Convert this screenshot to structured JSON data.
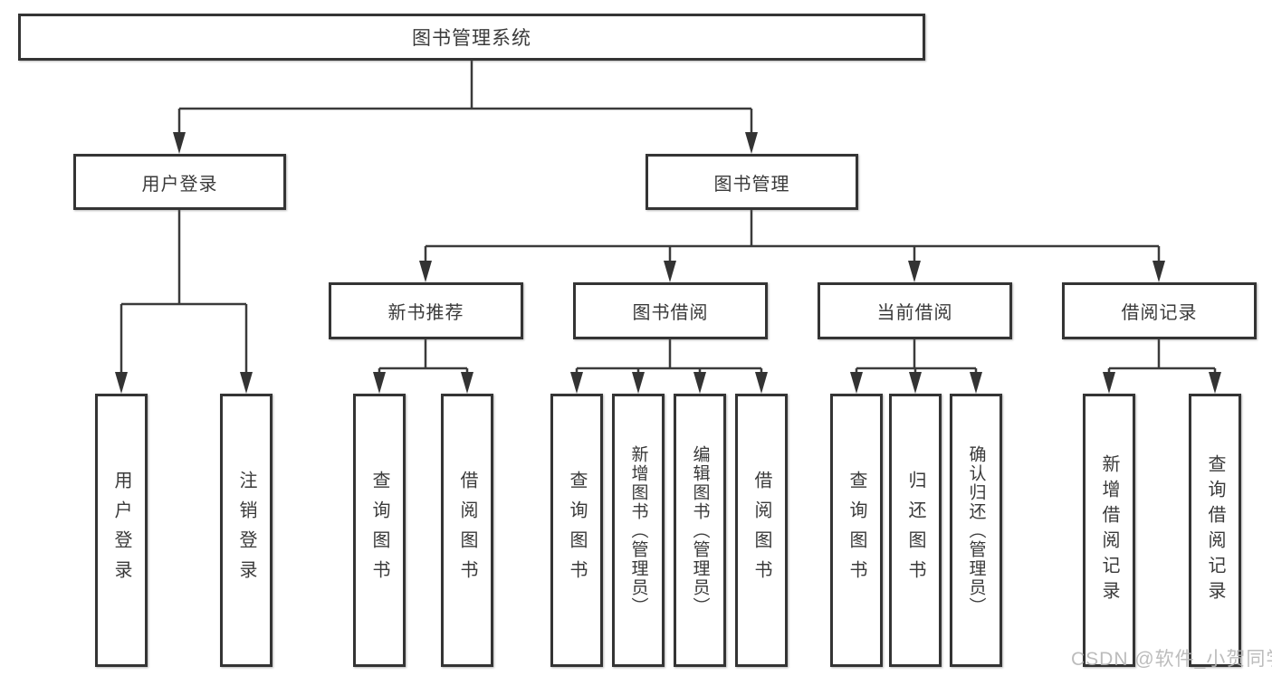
{
  "tree": {
    "root": "图书管理系统",
    "branches": [
      {
        "label": "用户登录",
        "children": [
          "用户登录",
          "注销登录"
        ]
      },
      {
        "label": "图书管理",
        "groups": [
          {
            "label": "新书推荐",
            "children": [
              "查询图书",
              "借阅图书"
            ]
          },
          {
            "label": "图书借阅",
            "children": [
              "查询图书",
              "新增图书（管理员）",
              "编辑图书（管理员）",
              "借阅图书"
            ]
          },
          {
            "label": "当前借阅",
            "children": [
              "查询图书",
              "归还图书",
              "确认归还（管理员）"
            ]
          },
          {
            "label": "借阅记录",
            "children": [
              "新增借阅记录",
              "查询借阅记录"
            ]
          }
        ]
      }
    ]
  },
  "watermark": {
    "text": "CSDN @软件_小贺同学"
  },
  "colors": {
    "line": "#3b3b3b",
    "arrow": "#333333",
    "box_border": "#343434",
    "text": "#3a3a3a",
    "background": "#ffffff",
    "watermark_text": "#b5b5b5"
  }
}
